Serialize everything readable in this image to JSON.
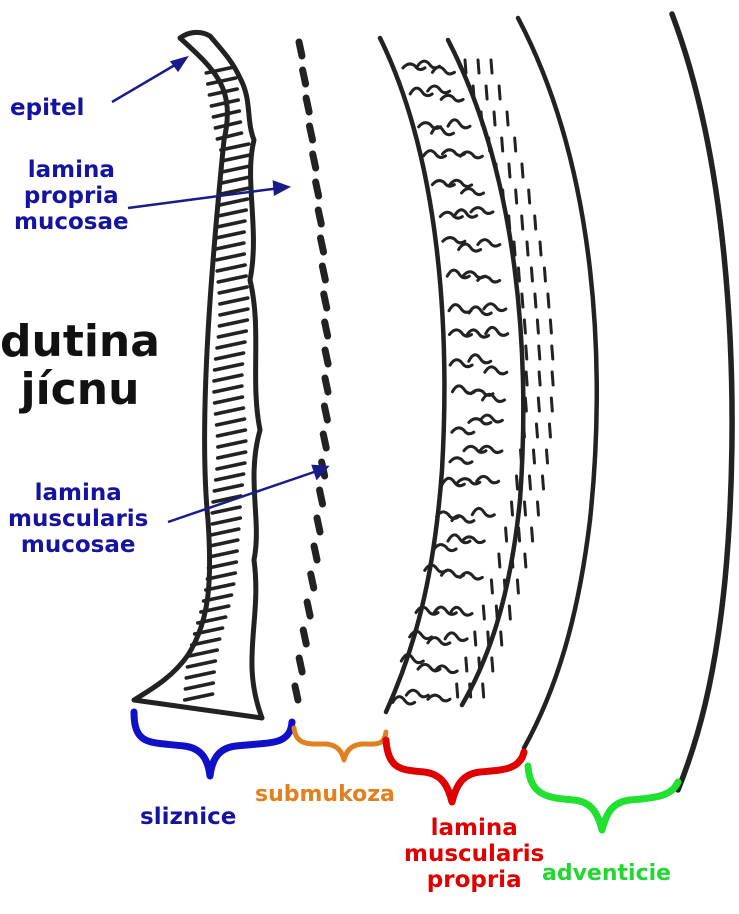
{
  "labels": {
    "epitel": "epitel",
    "lamina_propria_mucosae": "lamina\npropria\nmucosae",
    "cavity": "dutina\njícnu",
    "lamina_muscularis_mucosae": "lamina\nmuscularis\nmucosae",
    "sliznice": "sliznice",
    "submukoza": "submukoza",
    "lamina_muscularis_propria": "lamina\nmuscularis\npropria",
    "adventicie": "adventicie"
  },
  "colors": {
    "label_blue": "#1414a0",
    "cavity_label": "#111111",
    "drawing": "#222222",
    "brace_sliznice": "#1010c8",
    "brace_submukoza": "#e08020",
    "brace_lamina_muscularis_propria": "#e00000",
    "brace_adventicie": "#22e030"
  }
}
